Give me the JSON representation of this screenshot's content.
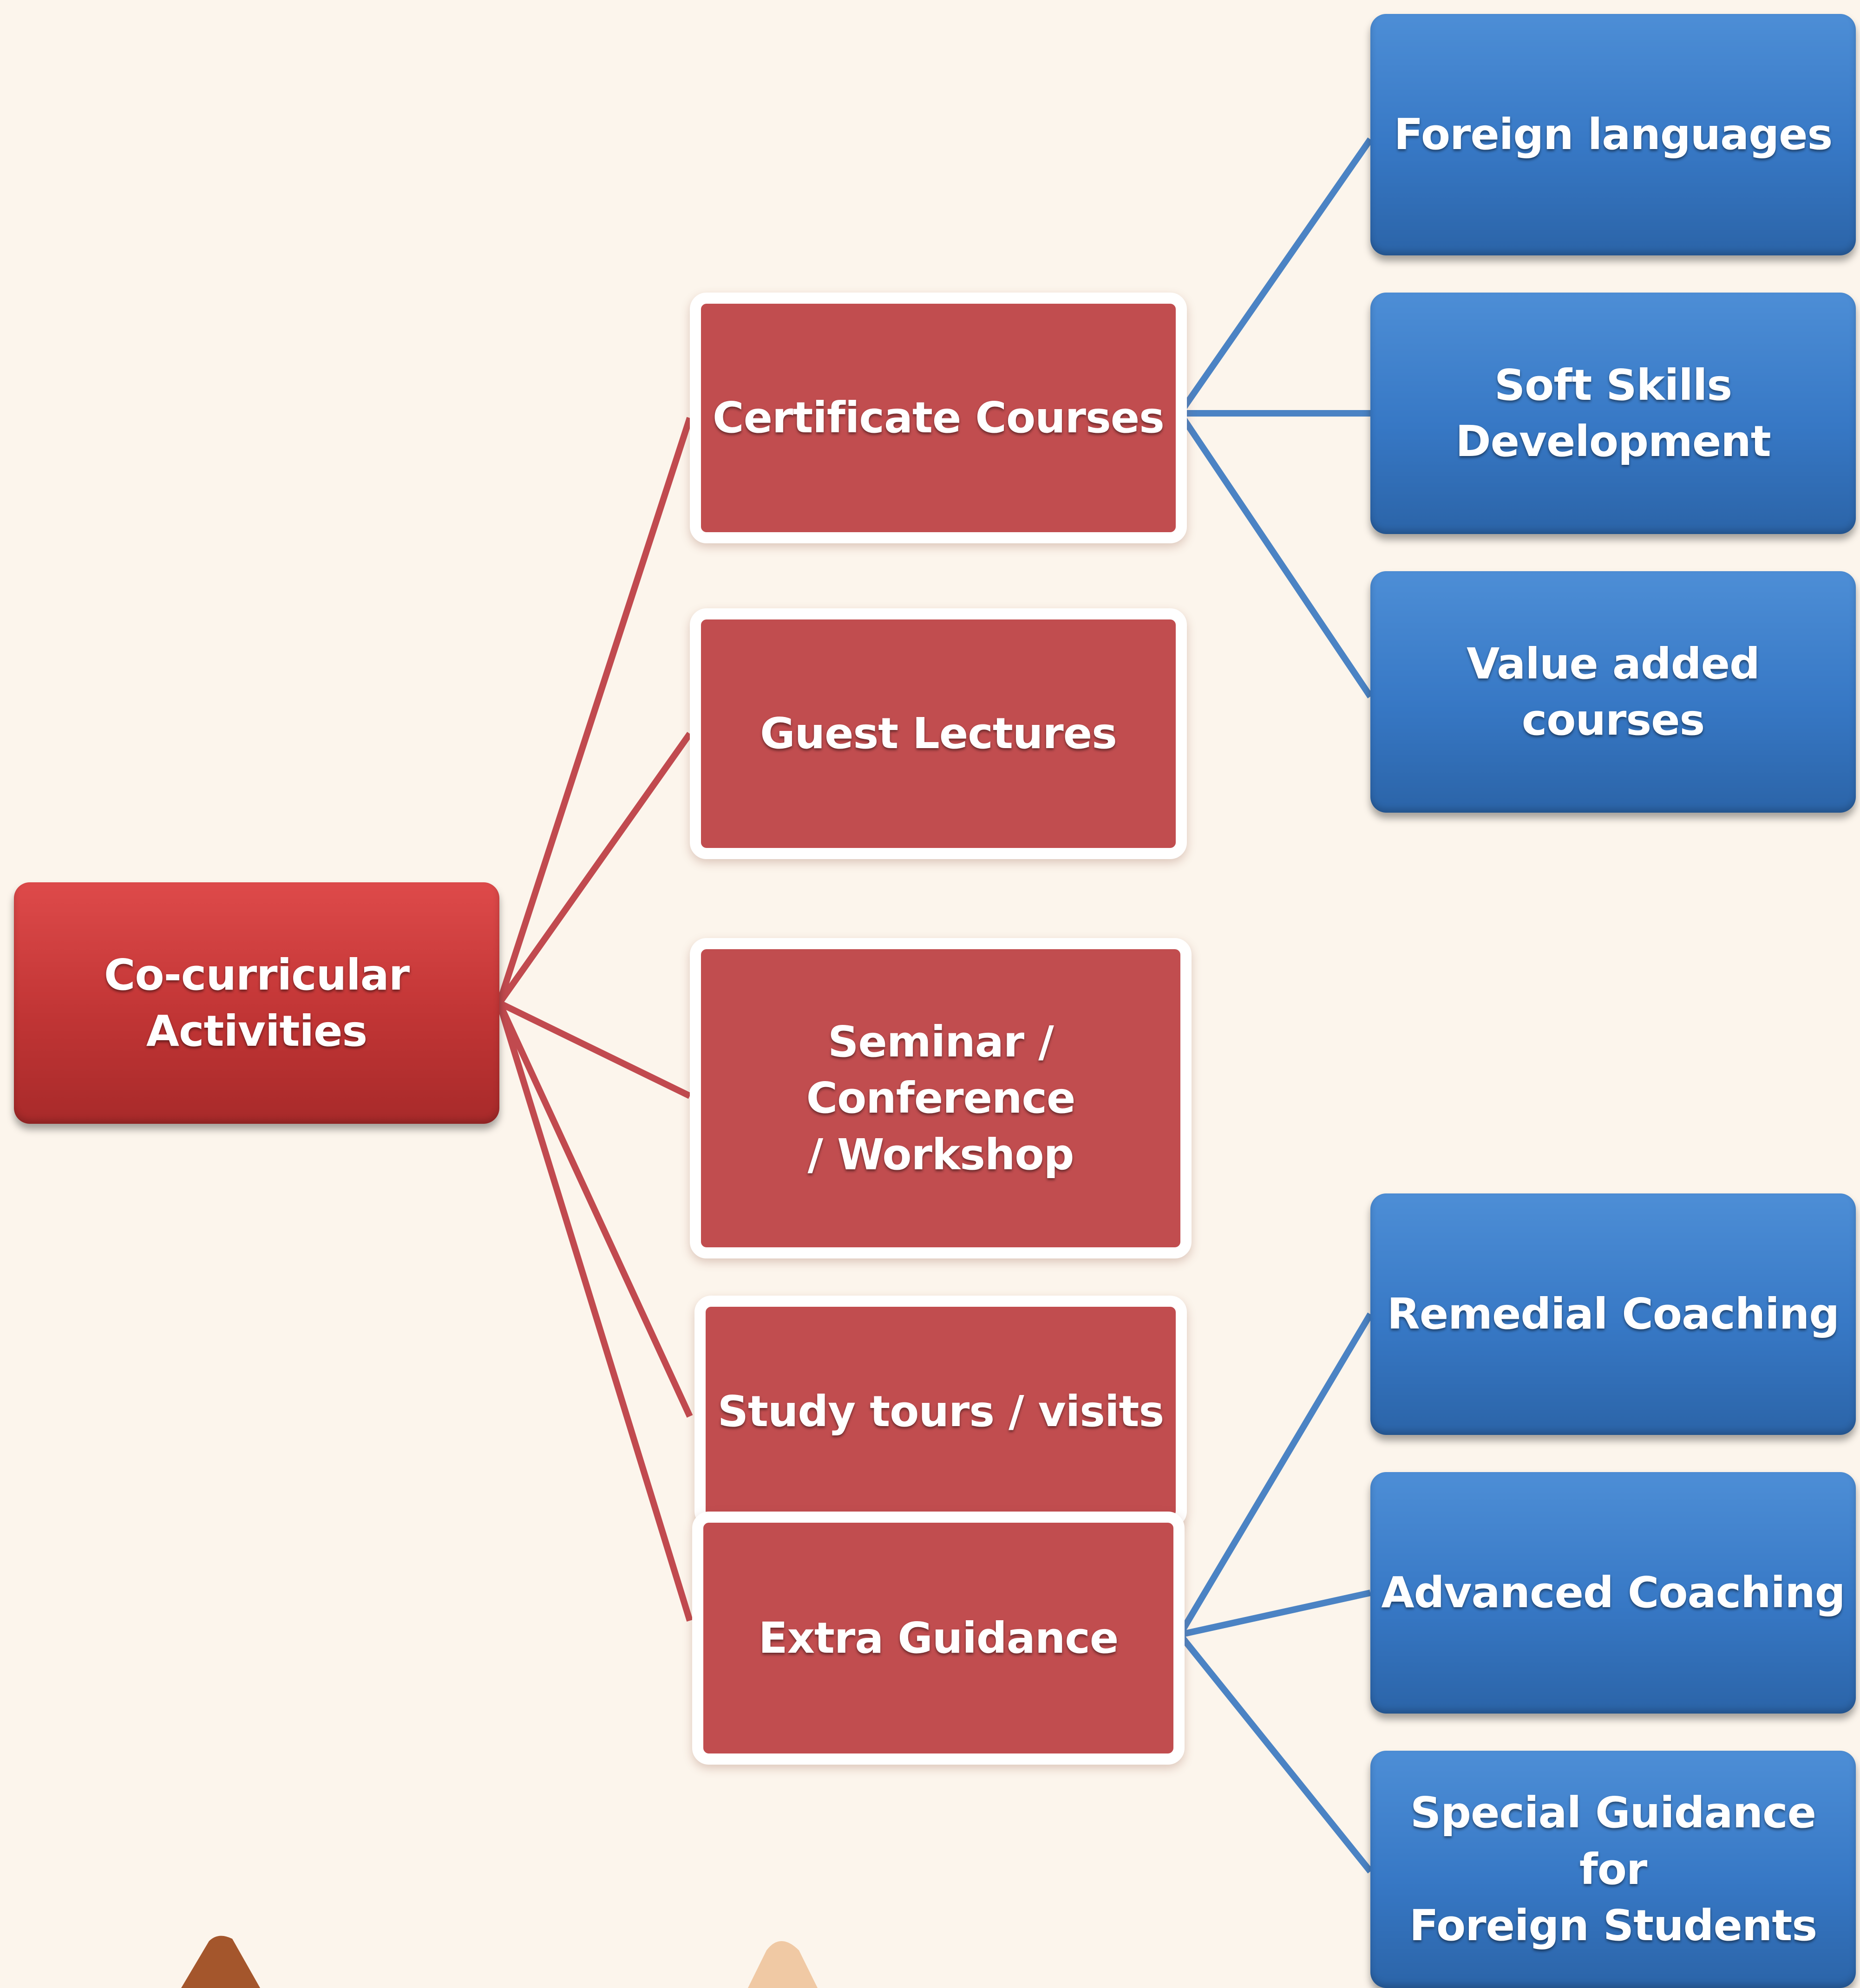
{
  "colors": {
    "background": "#fcf5ec",
    "root_fill": "#c13535",
    "category_fill": "#c14d4f",
    "category_border": "#ffffff",
    "leaf_fill": "#3778c5",
    "red_connector": "#c14a4f",
    "blue_connector": "#4b83c4",
    "text": "#ffffff"
  },
  "root": {
    "label": "Co-curricular Activities",
    "lines": [
      "Co-curricular",
      "Activities"
    ]
  },
  "categories": [
    {
      "lines": [
        "Certificate Courses"
      ]
    },
    {
      "lines": [
        "Guest Lectures"
      ]
    },
    {
      "lines": [
        "Seminar / Conference",
        "/ Workshop"
      ]
    },
    {
      "lines": [
        "Study tours / visits"
      ]
    },
    {
      "lines": [
        "Extra Guidance"
      ]
    }
  ],
  "certificate_children": [
    {
      "lines": [
        "Foreign languages"
      ]
    },
    {
      "lines": [
        "Soft Skills",
        "Development"
      ]
    },
    {
      "lines": [
        "Value added courses"
      ]
    }
  ],
  "guidance_children": [
    {
      "lines": [
        "Remedial Coaching"
      ]
    },
    {
      "lines": [
        "Advanced Coaching"
      ]
    },
    {
      "lines": [
        "Special Guidance for",
        "Foreign Students"
      ]
    }
  ]
}
